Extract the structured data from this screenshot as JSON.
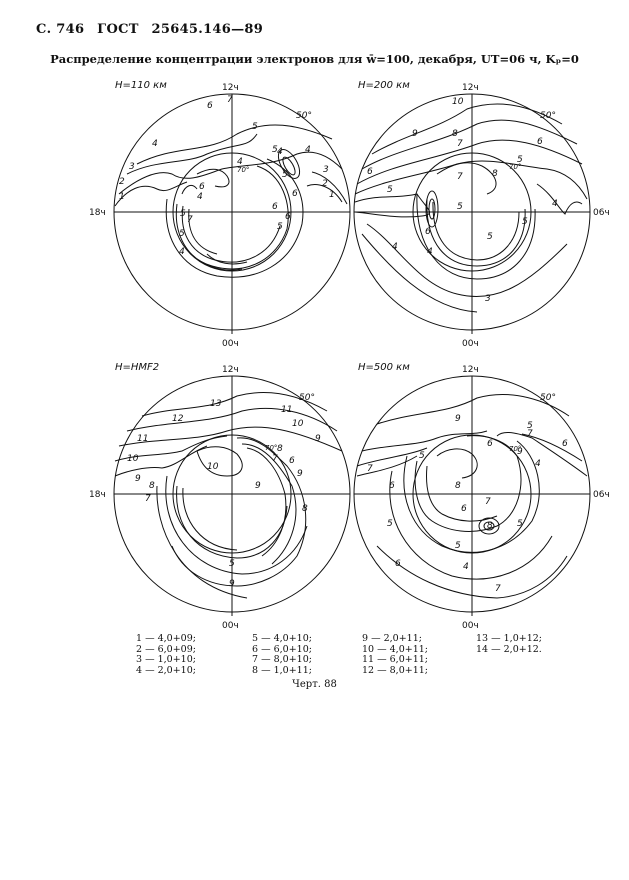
{
  "header": {
    "page": "С. 746",
    "standard": "ГОСТ",
    "number": "25645.146—89"
  },
  "title": "Распределение концентрации электронов  для w̄=100, декабря, UT=06 ч, Kₚ=0",
  "panels": [
    {
      "label": "H=110 км",
      "top": "12ч",
      "bottom": "00ч",
      "left": "18ч",
      "right": "",
      "lat": "50°",
      "inner_lat": "70°",
      "contour_labels": [
        "6",
        "7",
        "5",
        "4",
        "4",
        "4",
        "3",
        "2",
        "1",
        "1",
        "2",
        "3",
        "4",
        "5",
        "5",
        "6",
        "6",
        "4",
        "5",
        "7",
        "5",
        "6",
        "6",
        "5",
        "4"
      ]
    },
    {
      "label": "H=200 км",
      "top": "12ч",
      "bottom": "00ч",
      "left": "",
      "right": "06ч",
      "lat": "50°",
      "inner_lat": "70°",
      "contour_labels": [
        "10",
        "9",
        "8",
        "7",
        "6",
        "5",
        "6",
        "5",
        "4",
        "3",
        "4",
        "5",
        "6",
        "7",
        "8",
        "5",
        "5",
        "4"
      ]
    },
    {
      "label": "H=HMF2",
      "top": "12ч",
      "bottom": "00ч",
      "left": "18ч",
      "right": "",
      "lat": "50°",
      "inner_lat": "70°",
      "contour_labels": [
        "13",
        "12",
        "11",
        "10",
        "9",
        "11",
        "10",
        "9",
        "8",
        "7",
        "8",
        "9",
        "10",
        "9",
        "8",
        "6",
        "5",
        "9",
        "7"
      ]
    },
    {
      "label": "H=500 км",
      "top": "12ч",
      "bottom": "00ч",
      "left": "",
      "right": "06ч",
      "lat": "50°",
      "inner_lat": "70°",
      "contour_labels": [
        "9",
        "7",
        "6",
        "5",
        "4",
        "5",
        "6",
        "7",
        "8",
        "5",
        "7",
        "6",
        "8",
        "5",
        "6",
        "7",
        "4",
        "5",
        "9",
        "6"
      ]
    }
  ],
  "legend": [
    [
      "1 — 4,0+09;",
      "2 — 6,0+09;",
      "3 — 1,0+10;",
      "4 — 2,0+10;"
    ],
    [
      "5 — 4,0+10;",
      "6 — 6,0+10;",
      "7 — 8,0+10;",
      "8 — 1,0+11;"
    ],
    [
      "9 — 2,0+11;",
      "10 — 4,0+11;",
      "11 — 6,0+11;",
      "12 — 8,0+11;"
    ],
    [
      "13 — 1,0+12;",
      "14 — 2,0+12."
    ]
  ],
  "figure": "Черт. 88"
}
